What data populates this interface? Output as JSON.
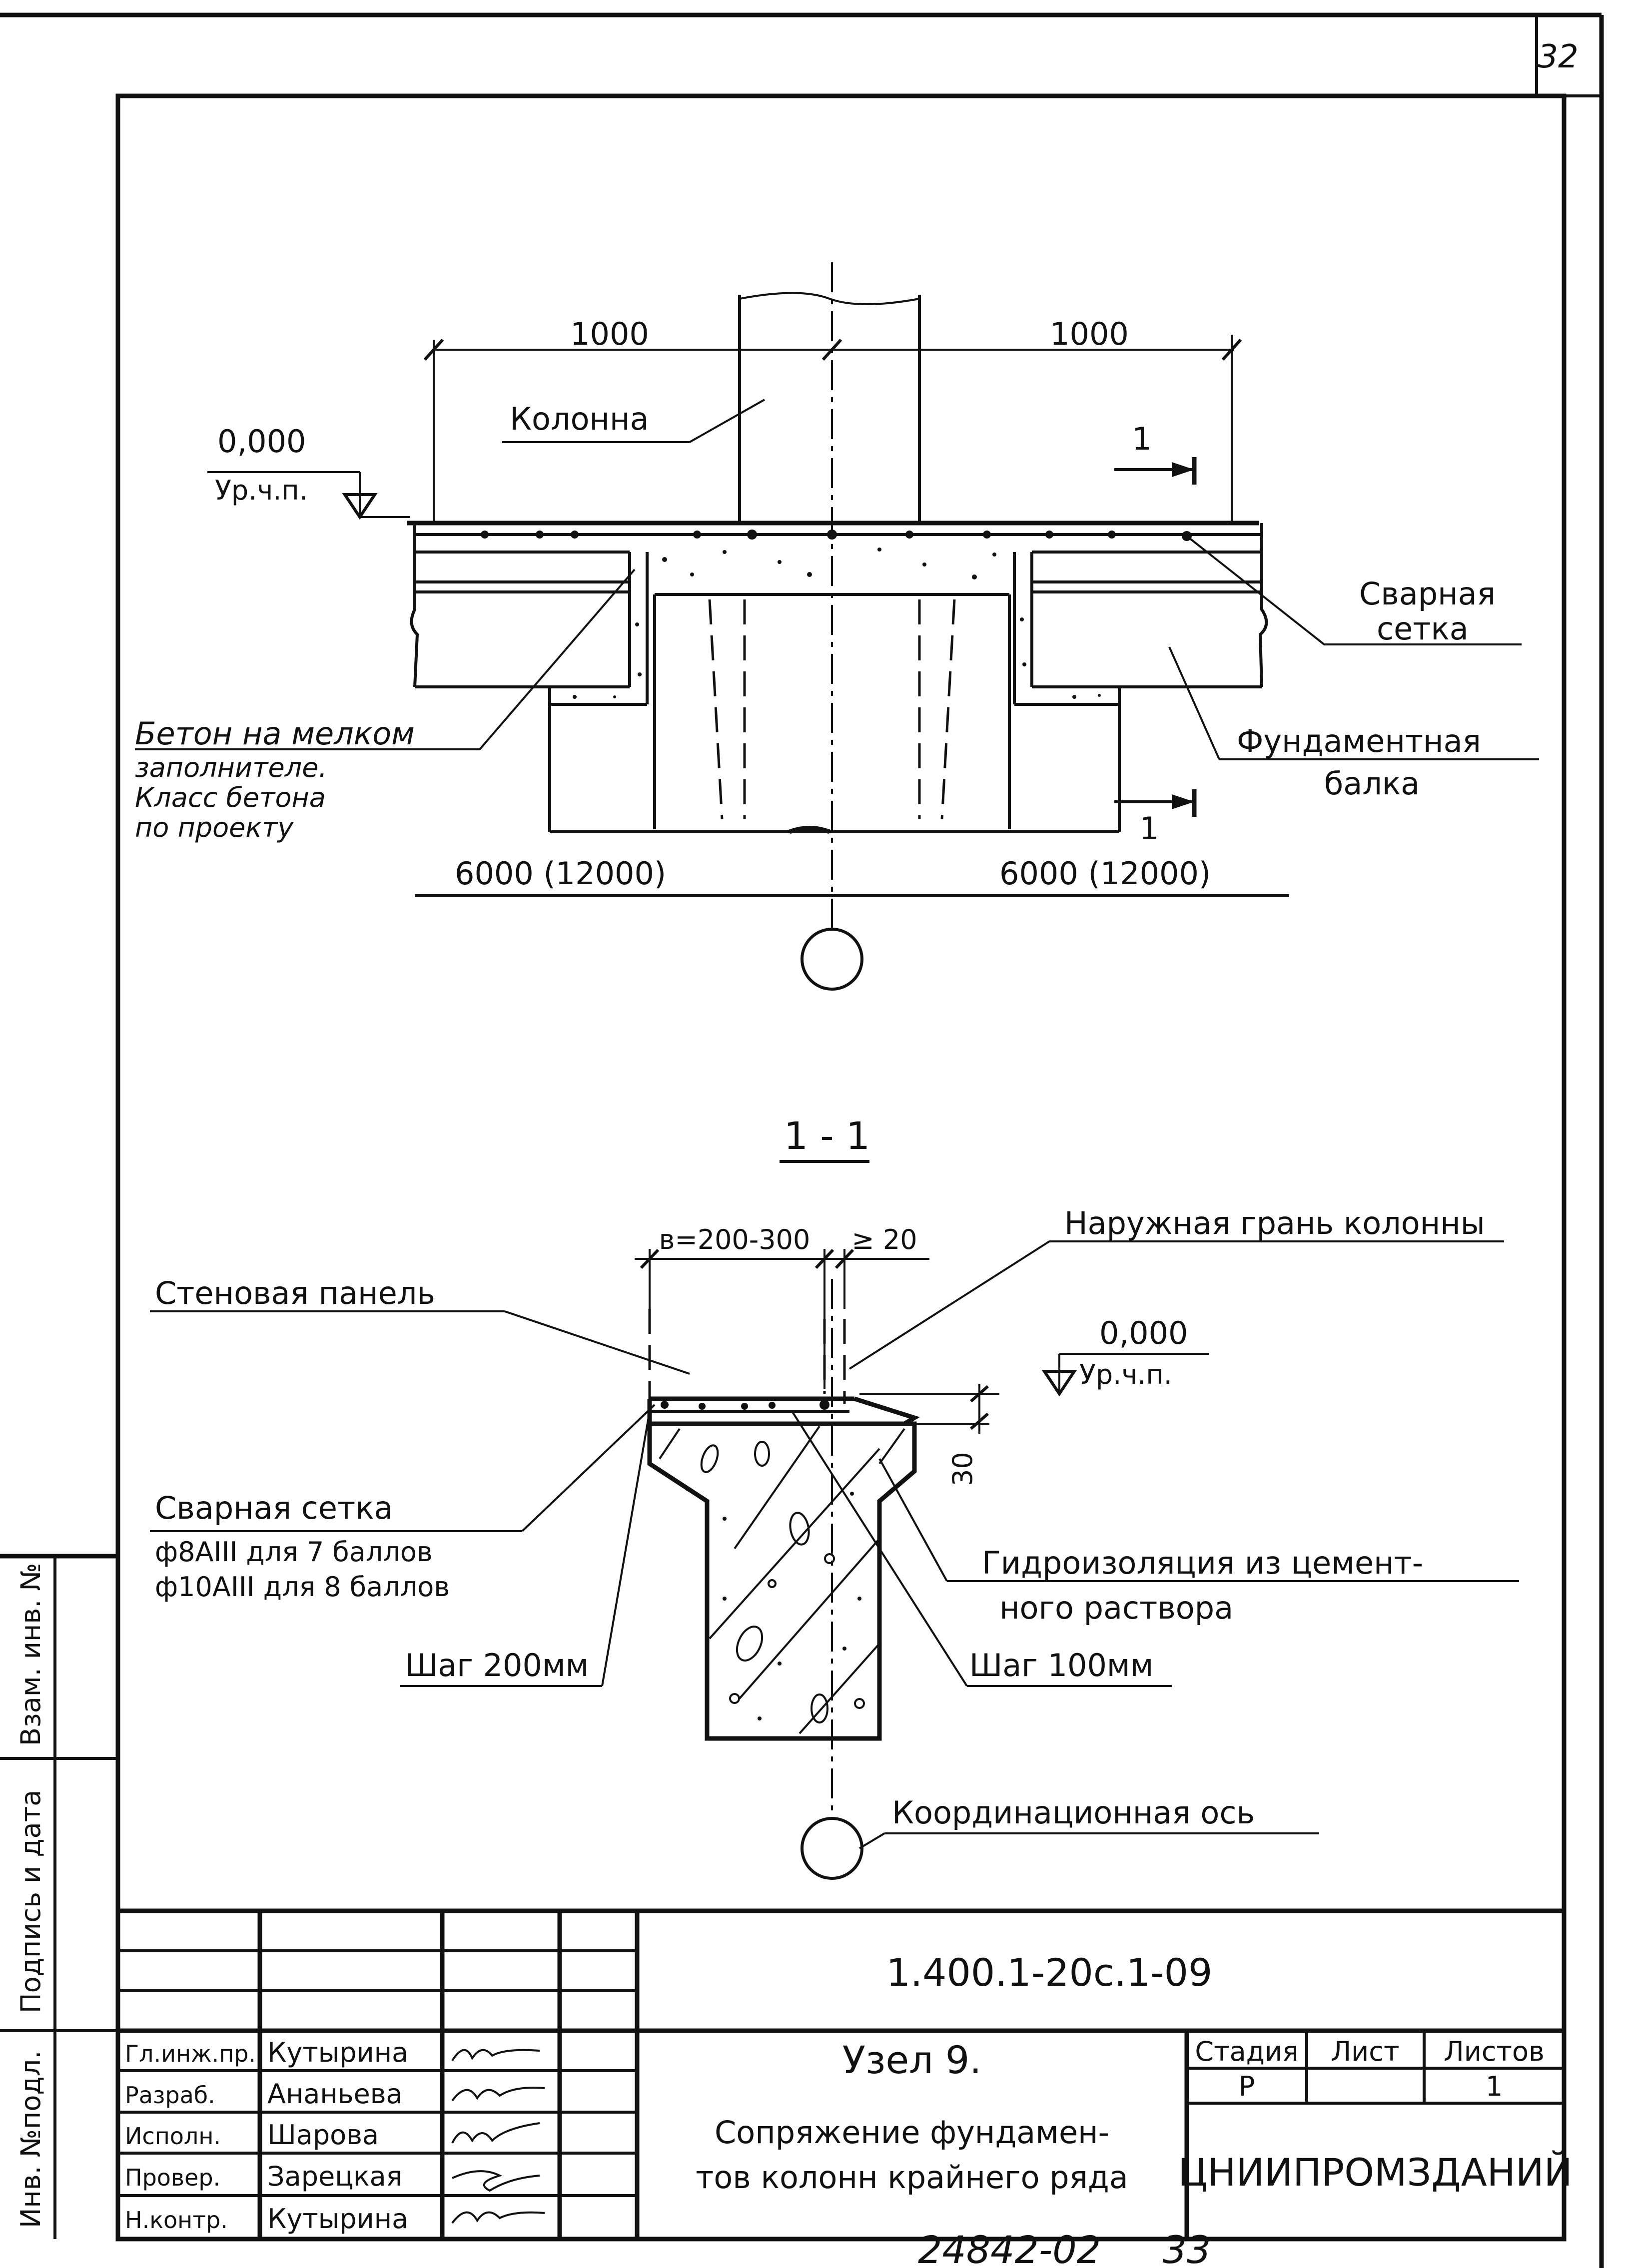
{
  "page": {
    "sheet_number": "32",
    "bottom_number": "24842-02",
    "bottom_page": "33"
  },
  "plan": {
    "dim_left": "1000",
    "dim_right": "1000",
    "column_label": "Колонна",
    "level_value": "0,000",
    "level_label": "Ур.ч.п.",
    "section_mark_top": "1",
    "section_mark_bottom": "1",
    "mesh_label_1": "Сварная",
    "mesh_label_2": "сетка",
    "beam_label_1": "Фундаментная",
    "beam_label_2": "балка",
    "concrete_note": [
      "Бетон на мелком",
      "заполнителе.",
      "Класс бетона",
      "по проекту"
    ],
    "span_left": "6000 (12000)",
    "span_right": "6000 (12000)"
  },
  "section": {
    "title": "1 - 1",
    "dim_width": "в=200-300",
    "dim_min": "≥ 20",
    "outer_face_label": "Наружная грань колонны",
    "wall_panel_label": "Стеновая панель",
    "level_value": "0,000",
    "level_label": "Ур.ч.п.",
    "dim_30": "30",
    "mesh_title": "Сварная сетка",
    "mesh_line_1": "ф8АIII для 7 баллов",
    "mesh_line_2": "ф10АIII для 8 баллов",
    "waterproof_1": "Гидроизоляция из цемент-",
    "waterproof_2": "ного раствора",
    "step_left": "Шаг 200мм",
    "step_right": "Шаг 100мм",
    "axis_label": "Координационная ось"
  },
  "side_stamp": {
    "inv_podl": "Инв. №подл.",
    "signature_date": "Подпись и дата",
    "vzam_inv": "Взам. инв. №"
  },
  "title_block": {
    "code": "1.400.1-20с.1-09",
    "roles": [
      "Гл.инж.пр.",
      "Разраб.",
      "Исполн.",
      "Провер.",
      "Н.контр."
    ],
    "names": [
      "Кутырина",
      "Ананьева",
      "Шарова",
      "Зарецкая",
      "Кутырина"
    ],
    "node_title": "Узел 9.",
    "description_1": "Сопряжение фундамен-",
    "description_2": "тов колонн крайнего ряда",
    "stage_header": "Стадия",
    "sheet_header": "Лист",
    "sheets_header": "Листов",
    "stage_value": "Р",
    "sheet_value": "",
    "sheets_value": "1",
    "organization": "ЦНИИПРОМЗДАНИЙ"
  }
}
